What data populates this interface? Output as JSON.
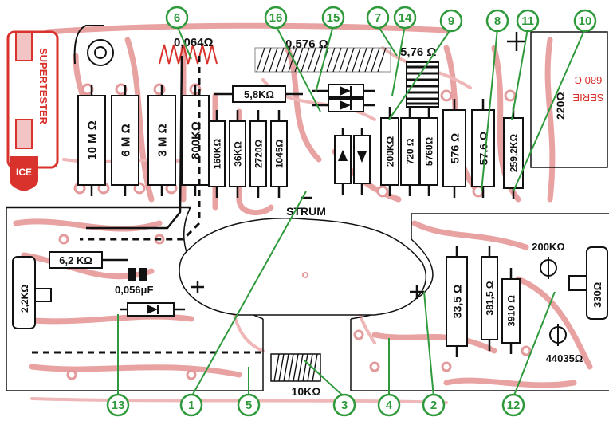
{
  "meter_labels": {
    "top_left_res": "0,064Ω",
    "shunt_res": "0,576 Ω",
    "coil_res": "5,76 Ω",
    "horizontal_res": "5,8KΩ",
    "strum": "STRUM",
    "pot": "10KΩ",
    "trim_200": "200KΩ",
    "value_330": "330Ω",
    "value_44035": "44035Ω",
    "cap": "0,056μF",
    "res_6_2k": "6,2 KΩ",
    "res_2_2k": "2,2KΩ",
    "res_220": "220Ω",
    "label_ice": "ICE",
    "edge_text_1": "680 C",
    "edge_text_2": "SERIE",
    "left_vertical_text": "SUPERTESTER"
  },
  "vertical_resistors": [
    {
      "id": "r-10M",
      "label": "10 M Ω"
    },
    {
      "id": "r-6M",
      "label": "6 M Ω"
    },
    {
      "id": "r-3M",
      "label": "3 M Ω"
    },
    {
      "id": "r-800K",
      "label": "800KΩ"
    },
    {
      "id": "r-160K",
      "label": "160KΩ"
    },
    {
      "id": "r-36K",
      "label": "36KΩ"
    },
    {
      "id": "r-2720",
      "label": "2720Ω"
    },
    {
      "id": "r-1045",
      "label": "1045Ω"
    },
    {
      "id": "r-200K",
      "label": "200KΩ"
    },
    {
      "id": "r-720",
      "label": "720 Ω"
    },
    {
      "id": "r-5760",
      "label": "5760Ω"
    },
    {
      "id": "r-576",
      "label": "576 Ω"
    },
    {
      "id": "r-57-6",
      "label": "57,6 Ω"
    },
    {
      "id": "r-259-2K",
      "label": "259,2KΩ"
    },
    {
      "id": "r-33-5",
      "label": "33,5 Ω"
    },
    {
      "id": "r-381-5",
      "label": "381,5 Ω"
    },
    {
      "id": "r-3910",
      "label": "3910 Ω"
    }
  ],
  "callouts": [
    "1",
    "2",
    "3",
    "4",
    "5",
    "6",
    "7",
    "8",
    "9",
    "10",
    "11",
    "12",
    "13",
    "14",
    "15",
    "16"
  ],
  "colors": {
    "pcb": "#e9a2a2",
    "callout": "#2f9a3c",
    "ink": "#111111",
    "red_logo": "#d9312b"
  }
}
